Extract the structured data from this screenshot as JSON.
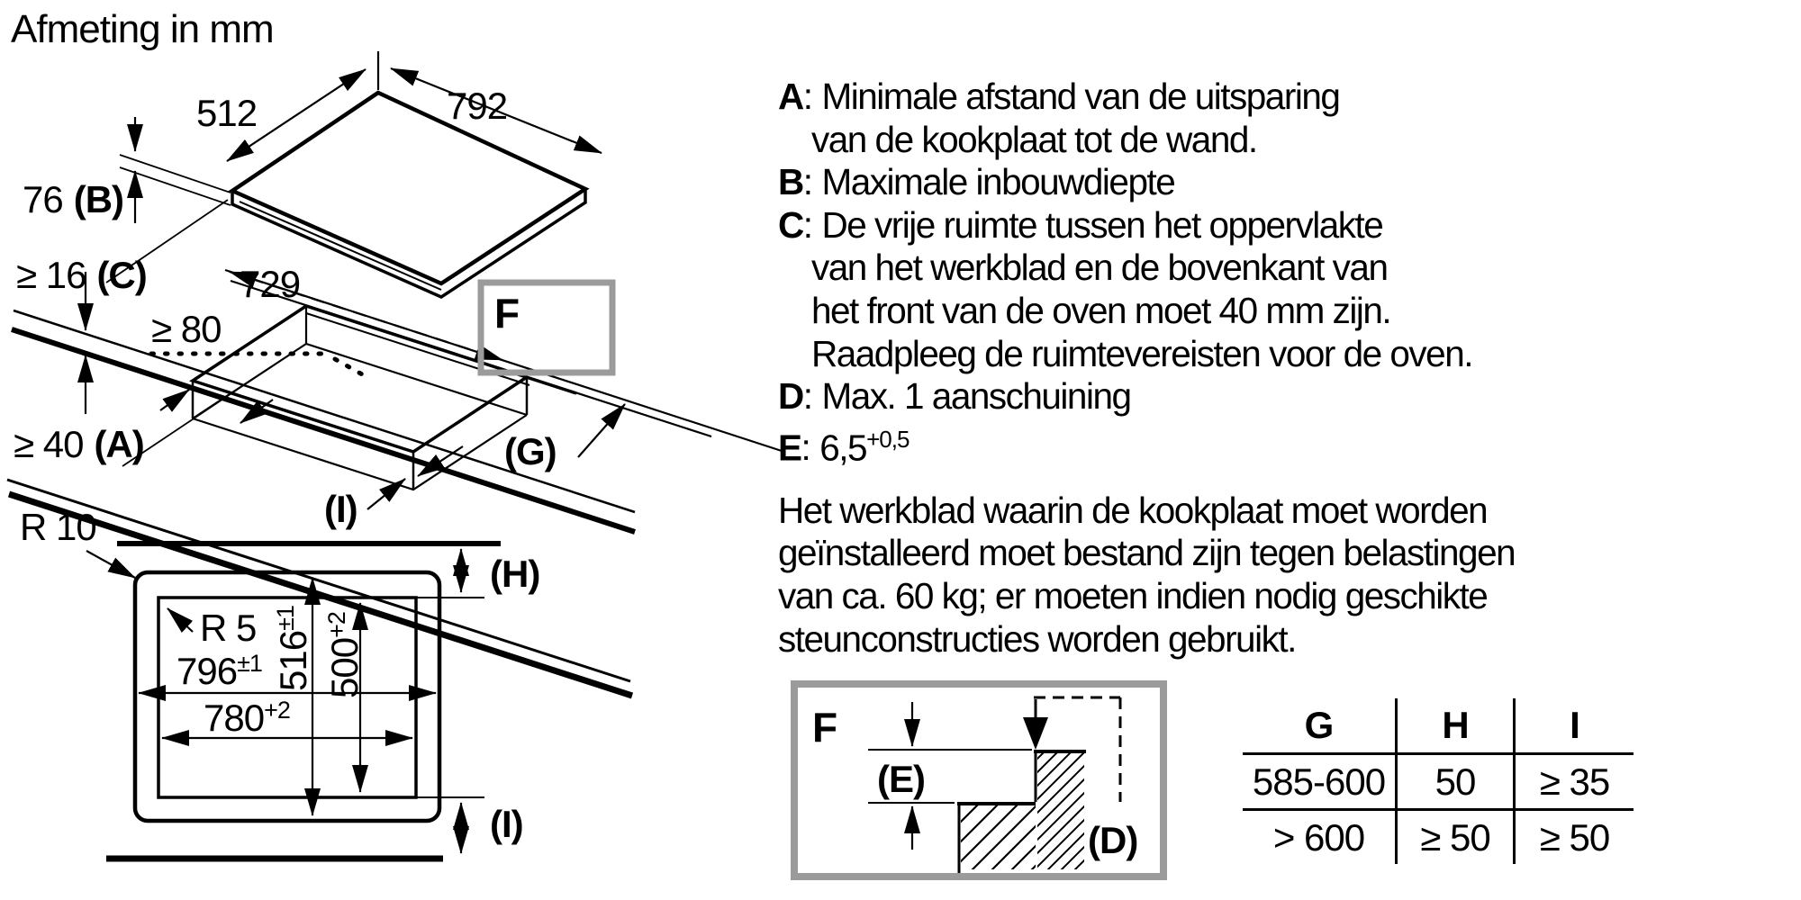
{
  "title": "Afmeting in mm",
  "iso": {
    "dim_top_left": "512",
    "dim_top_right": "792",
    "dim_b": {
      "value": "76",
      "label": "(B)"
    },
    "dim_c": {
      "value": "≥ 16",
      "label": "(C)"
    },
    "dim_depth": "729",
    "dim_gap": "≥ 80",
    "dim_a": {
      "value": "≥ 40",
      "label": "(A)"
    },
    "callout_f": "F",
    "label_g": "(G)",
    "label_i": "(I)"
  },
  "plan": {
    "radius_outer": "R 10",
    "radius_inner": "R 5",
    "outer_height": {
      "value": "516",
      "tol": "±1"
    },
    "inner_height": {
      "value": "500",
      "tol": "+2"
    },
    "outer_width": {
      "value": "796",
      "tol": "±1"
    },
    "inner_width": {
      "value": "780",
      "tol": "+2"
    },
    "label_h": "(H)",
    "label_i": "(I)"
  },
  "legend": {
    "colon": ":",
    "items": [
      {
        "key": "A",
        "lines": [
          "Minimale afstand van de uitsparing",
          "van de kookplaat tot de wand."
        ]
      },
      {
        "key": "B",
        "lines": [
          "Maximale inbouwdiepte"
        ]
      },
      {
        "key": "C",
        "lines": [
          "De vrije ruimte tussen het oppervlakte",
          "van het werkblad en de bovenkant van",
          "het front van de oven moet 40 mm zijn.",
          "Raadpleeg de ruimtevereisten voor de oven."
        ]
      },
      {
        "key": "D",
        "lines": [
          "Max. 1 aanschuining"
        ]
      },
      {
        "key": "E",
        "value": "6,5",
        "sup": "+0,5"
      }
    ],
    "paragraph_lines": [
      "Het werkblad waarin de kookplaat moet worden",
      "geïnstalleerd moet bestand zijn tegen belastingen",
      "van ca. 60 kg; er moeten indien nodig geschikte",
      "steunconstructies worden gebruikt."
    ]
  },
  "detail": {
    "label_f": "F",
    "label_e": "(E)",
    "label_d": "(D)"
  },
  "table": {
    "headers": [
      "G",
      "H",
      "I"
    ],
    "rows": [
      [
        "585-600",
        "50",
        "≥ 35"
      ],
      [
        "> 600",
        "≥ 50",
        "≥ 50"
      ]
    ]
  },
  "colors": {
    "callout_border": "#9b9b9b",
    "ink": "#000000"
  }
}
